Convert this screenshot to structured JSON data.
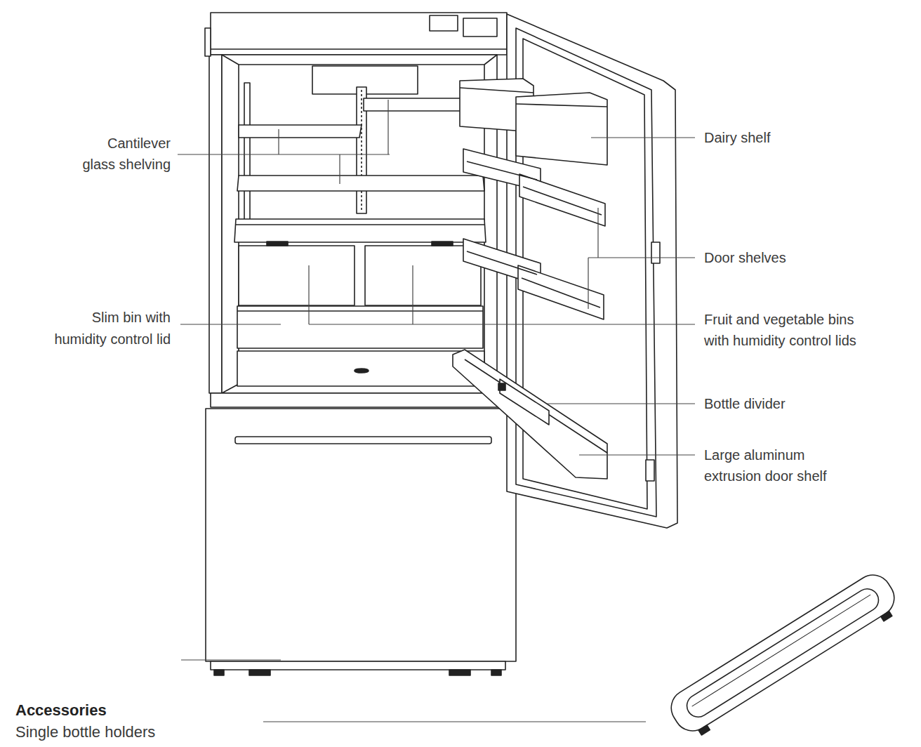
{
  "diagram": {
    "labels": [
      "Cantilever glass shelving",
      "Slim bin with humidity control lid",
      "Dairy shelf",
      "Door shelves",
      "Fruit and vegetable bins with humidity control lids",
      "Bottle divider",
      "Large aluminum extrusion door shelf",
      "Accessories",
      "Single bottle holders"
    ]
  }
}
